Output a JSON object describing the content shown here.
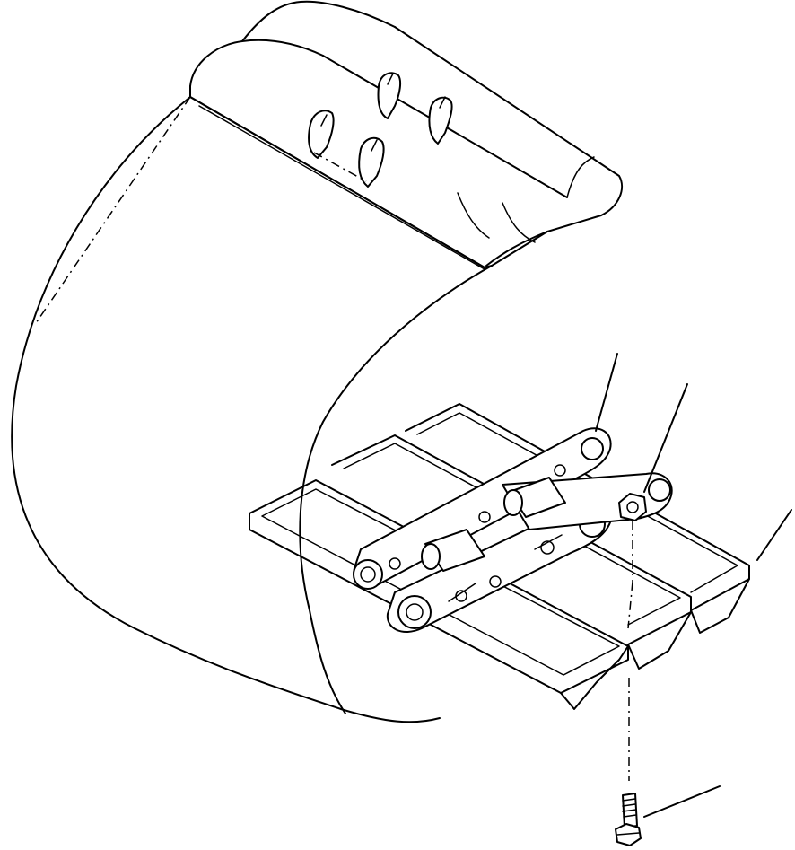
{
  "figure": {
    "kind": "exploded parts illustration",
    "line_color": "#000000",
    "background_color": "#ffffff"
  },
  "parts": [
    {
      "id": "bucket",
      "icon": "bucket-icon"
    },
    {
      "id": "tooth-row",
      "icon": "bucket-teeth-icon"
    },
    {
      "id": "track-link",
      "icon": "track-link-icon"
    },
    {
      "id": "nut",
      "icon": "nut-icon"
    },
    {
      "id": "track-shoe",
      "icon": "track-shoe-icon"
    },
    {
      "id": "bolt",
      "icon": "bolt-icon"
    }
  ],
  "leaders": [
    {
      "target": "track-link"
    },
    {
      "target": "nut"
    },
    {
      "target": "track-shoe"
    },
    {
      "target": "bolt"
    }
  ]
}
